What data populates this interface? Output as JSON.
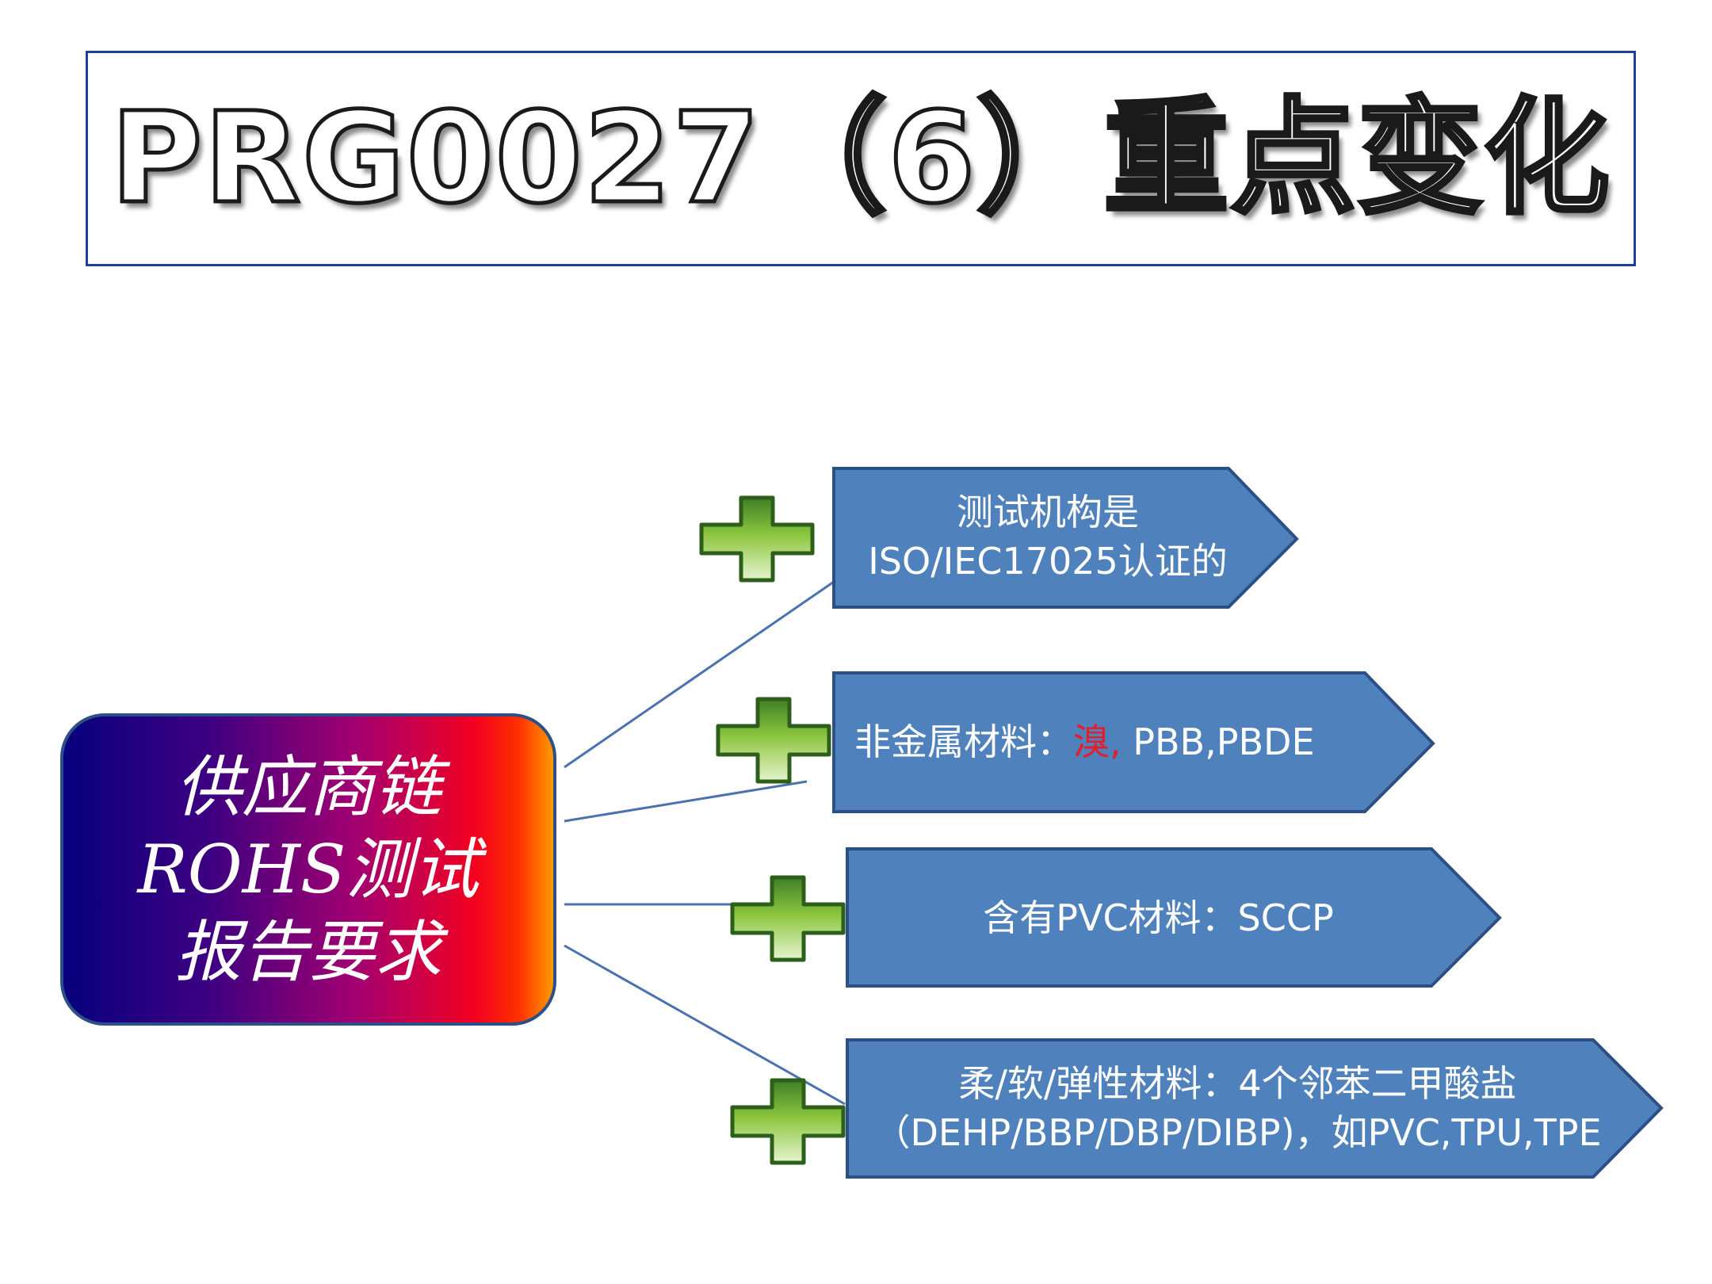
{
  "title": "PRG0027（6）重点变化",
  "root": {
    "lines": [
      "供应商链",
      "ROHS测试",
      "报告要求"
    ]
  },
  "nodes": [
    {
      "lines": [
        "测试机构是",
        "ISO/IEC17025认证的"
      ]
    },
    {
      "prefix": "非金属材料：",
      "highlight": "溴,",
      "suffix": " PBB,PBDE"
    },
    {
      "lines": [
        "含有PVC材料：SCCP"
      ]
    },
    {
      "lines": [
        "柔/软/弹性材料：4个邻苯二甲酸盐",
        "（DEHP/BBP/DBP/DIBP)，如PVC,TPU,TPE"
      ]
    }
  ],
  "icons": [
    "plus-icon",
    "plus-icon",
    "plus-icon",
    "plus-icon"
  ],
  "colors": {
    "node_fill": "#4f81bd",
    "node_stroke": "#2c4f86",
    "connector": "#4a72b0",
    "highlight": "#e0202a",
    "plus_fill": "#8cc63f",
    "plus_stroke": "#2d5f1a"
  }
}
